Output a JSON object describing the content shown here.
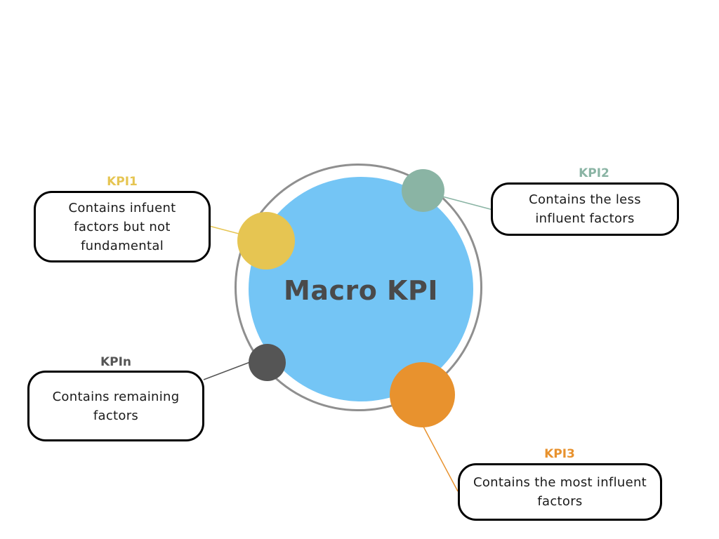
{
  "center": {
    "title": "Macro KPI",
    "fill_color": "#74c5f5",
    "ring_color": "#8f8f8f"
  },
  "kpis": [
    {
      "id": "kpi1",
      "label": "KPI1",
      "description": "Contains infuent factors but not fundamental",
      "color": "#e6c552"
    },
    {
      "id": "kpi2",
      "label": "KPI2",
      "description": "Contains the less influent factors",
      "color": "#8ab4a4"
    },
    {
      "id": "kpi3",
      "label": "KPI3",
      "description": "Contains the most influent factors",
      "color": "#e8922e"
    },
    {
      "id": "kpin",
      "label": "KPIn",
      "description": "Contains remaining factors",
      "color": "#555555"
    }
  ]
}
